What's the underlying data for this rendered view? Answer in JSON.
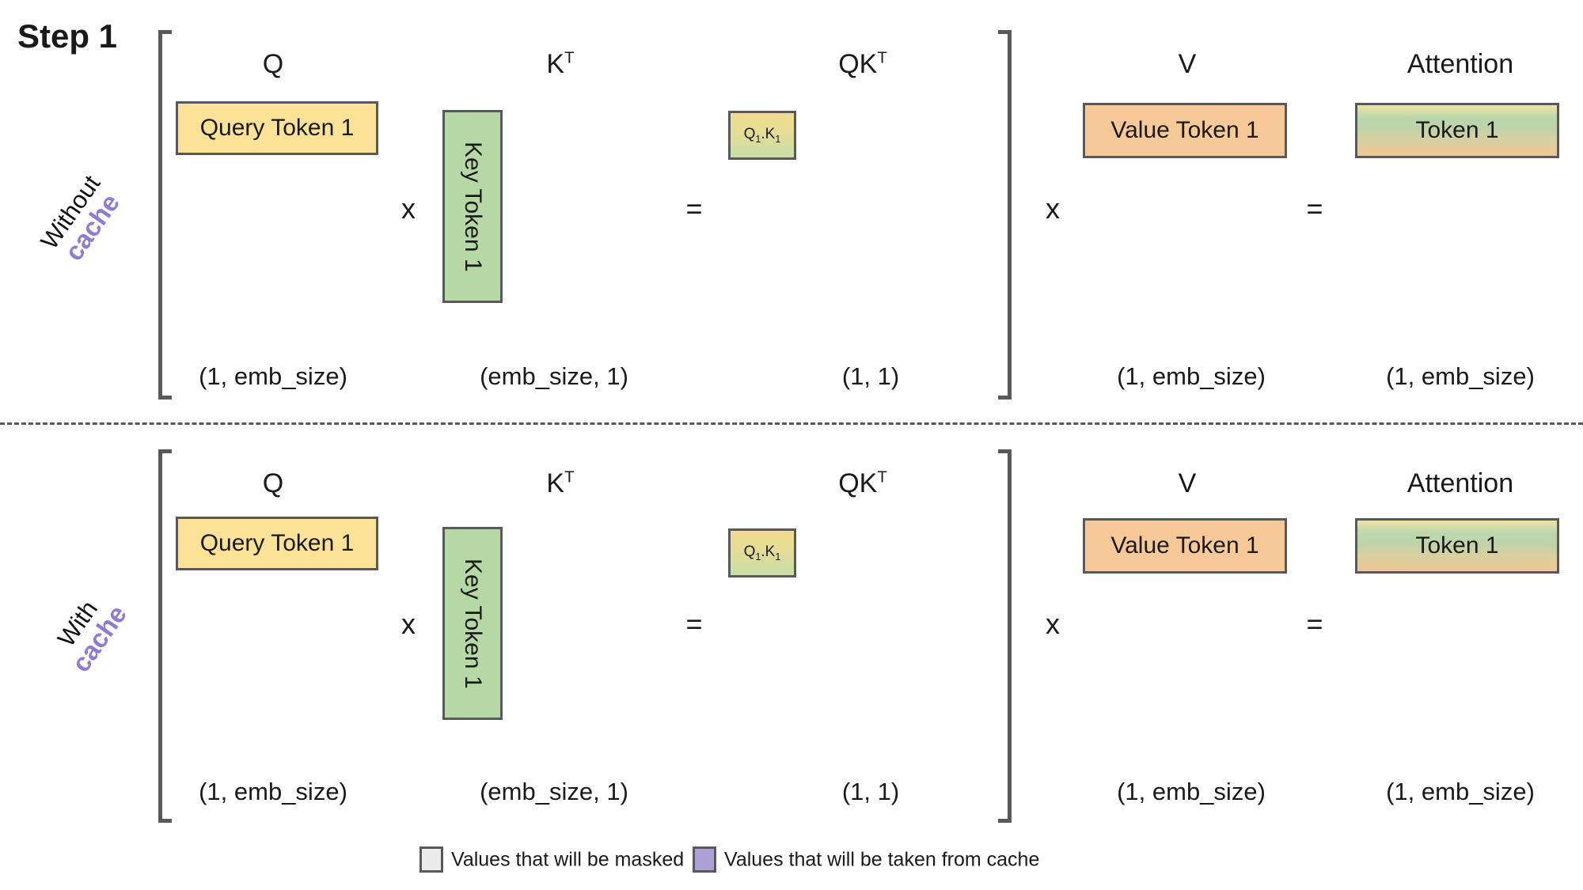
{
  "step_label": "Step 1",
  "headers": {
    "q": "Q",
    "k_base": "K",
    "k_sup": "T",
    "qk_base": "QK",
    "qk_sup": "T",
    "v": "V",
    "attention": "Attention"
  },
  "operators": {
    "multiply": "x",
    "equals": "="
  },
  "rows": [
    {
      "label_line1": "Without",
      "label_line2": "cache",
      "query_box": "Query Token 1",
      "key_box": "Key Token 1",
      "qk_box": {
        "p1": "Q",
        "s1": "1",
        "p2": ".K",
        "s2": "1"
      },
      "value_box": "Value Token 1",
      "attn_box": "Token 1",
      "dims": {
        "q": "(1, emb_size)",
        "k": "(emb_size, 1)",
        "qk": "(1, 1)",
        "v": "(1, emb_size)",
        "attn": "(1, emb_size)"
      }
    },
    {
      "label_line1": "With",
      "label_line2": "cache",
      "query_box": "Query Token 1",
      "key_box": "Key Token 1",
      "qk_box": {
        "p1": "Q",
        "s1": "1",
        "p2": ".K",
        "s2": "1"
      },
      "value_box": "Value Token 1",
      "attn_box": "Token 1",
      "dims": {
        "q": "(1, emb_size)",
        "k": "(emb_size, 1)",
        "qk": "(1, 1)",
        "v": "(1, emb_size)",
        "attn": "(1, emb_size)"
      }
    }
  ],
  "legend": [
    {
      "label": "Values that will be masked"
    },
    {
      "label": "Values that will be taken from cache"
    }
  ],
  "colors": {
    "query_fill": "#FBE297",
    "key_fill": "#B6D8A4",
    "value_fill": "#F8C998",
    "qk_gradient_top": "#F2DB90",
    "qk_gradient_bottom": "#C8DEA7",
    "attention_gradient": [
      "#EFE2A0",
      "#BAD7AE",
      "#F0C795"
    ],
    "cache_text": "#8E7CD0",
    "legend_masked": "#ECECEC",
    "legend_cache": "#ADA0D6",
    "box_border": "#58595B"
  }
}
